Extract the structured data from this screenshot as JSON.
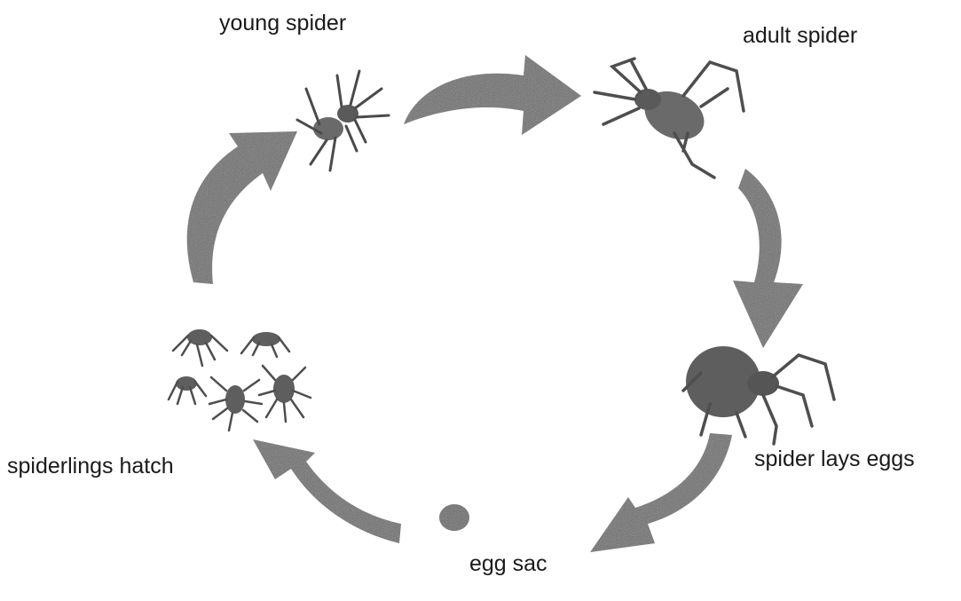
{
  "diagram": {
    "stages": [
      {
        "id": "young",
        "label": "young spider",
        "icon": "young-spider-icon"
      },
      {
        "id": "adult",
        "label": "adult spider",
        "icon": "adult-spider-icon"
      },
      {
        "id": "lays",
        "label": "spider lays eggs",
        "icon": "egg-laying-spider-icon"
      },
      {
        "id": "sac",
        "label": "egg sac",
        "icon": "egg-sac-icon"
      },
      {
        "id": "hatch",
        "label": "spiderlings hatch",
        "icon": "spiderlings-icon"
      }
    ],
    "colors": {
      "arrow": "#6e6e6e",
      "spider": "#5a5a5a",
      "text": "#1a1a1a",
      "background": "#ffffff"
    }
  }
}
